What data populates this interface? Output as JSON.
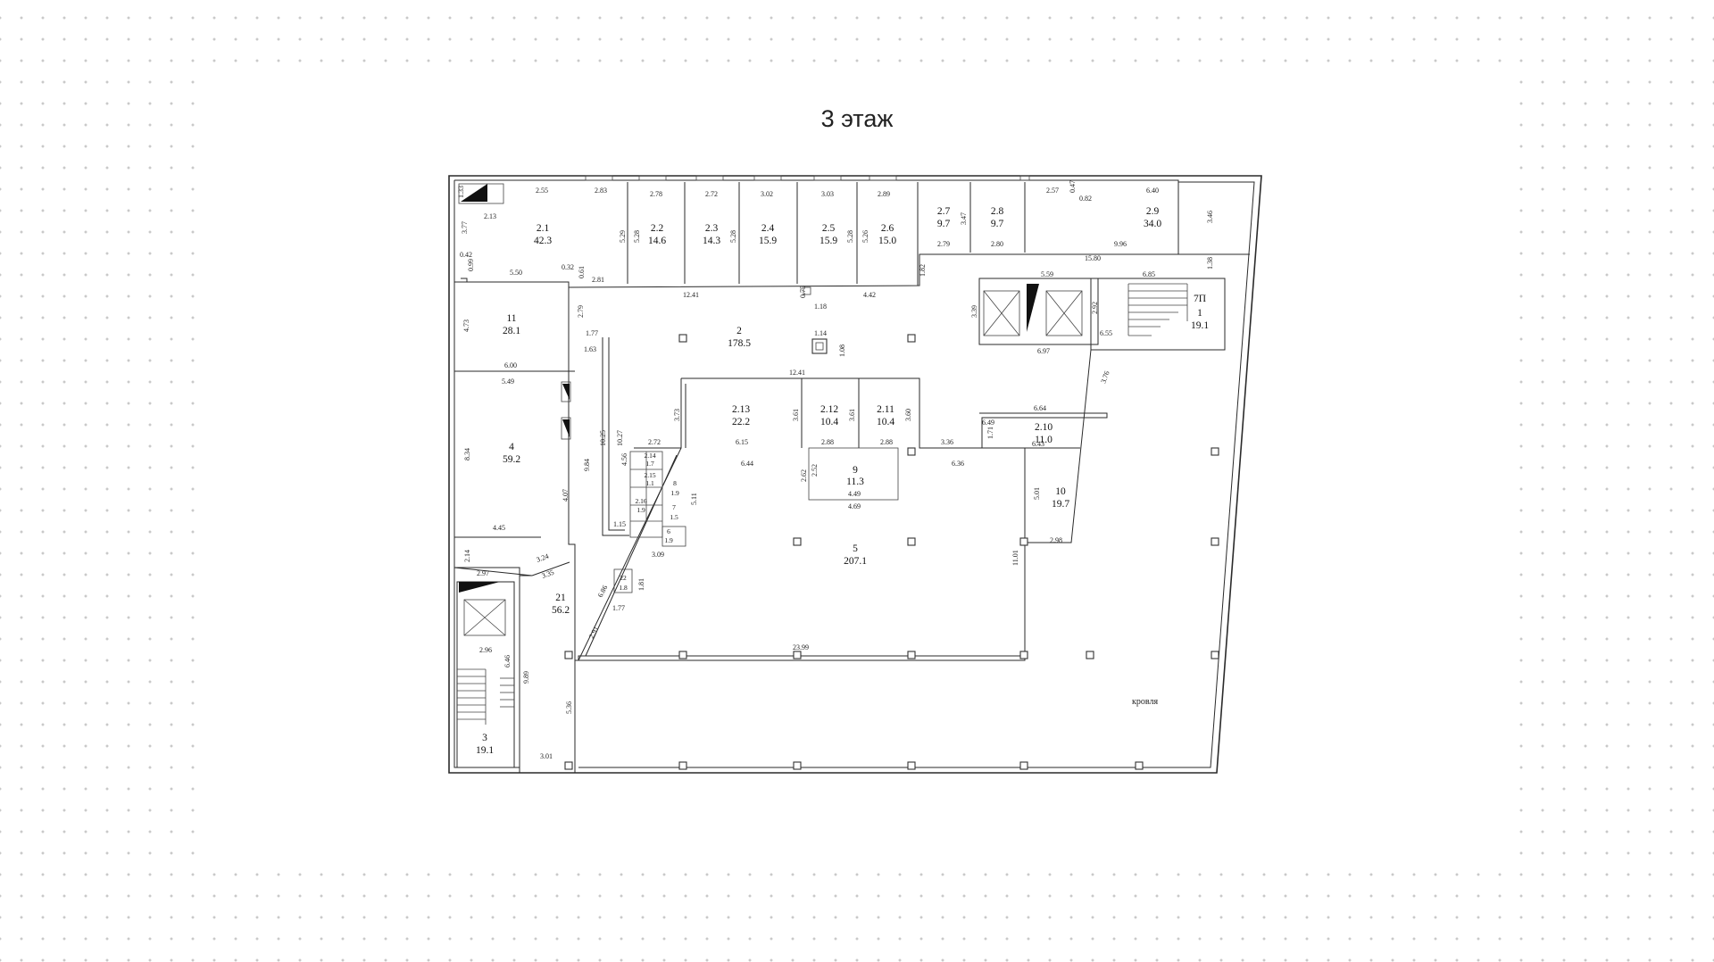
{
  "title": "3 этаж",
  "roof_label": "кровля",
  "rooms": [
    {
      "id": "2.1",
      "area": "42.3"
    },
    {
      "id": "2.2",
      "area": "14.6"
    },
    {
      "id": "2.3",
      "area": "14.3"
    },
    {
      "id": "2.4",
      "area": "15.9"
    },
    {
      "id": "2.5",
      "area": "15.9"
    },
    {
      "id": "2.6",
      "area": "15.0"
    },
    {
      "id": "2.7",
      "area": "9.7"
    },
    {
      "id": "2.8",
      "area": "9.7"
    },
    {
      "id": "2.9",
      "area": "34.0"
    },
    {
      "id": "1",
      "area": "19.1"
    },
    {
      "id": "11",
      "area": "28.1"
    },
    {
      "id": "2",
      "area": "178.5"
    },
    {
      "id": "2.13",
      "area": "22.2"
    },
    {
      "id": "2.12",
      "area": "10.4"
    },
    {
      "id": "2.11",
      "area": "10.4"
    },
    {
      "id": "2.10",
      "area": "11.0"
    },
    {
      "id": "4",
      "area": "59.2"
    },
    {
      "id": "9",
      "area": "11.3"
    },
    {
      "id": "10",
      "area": "19.7"
    },
    {
      "id": "5",
      "area": "207.1"
    },
    {
      "id": "21",
      "area": "56.2"
    },
    {
      "id": "3",
      "area": "19.1"
    },
    {
      "id": "8",
      "area": "1.9"
    },
    {
      "id": "6",
      "area": "1.9"
    },
    {
      "id": "22",
      "area": "1.8"
    },
    {
      "id": "2.14",
      "area": "1.7"
    },
    {
      "id": "2.15",
      "area": "1.1"
    },
    {
      "id": "7",
      "area": "1.5"
    },
    {
      "id": "2.16",
      "area": "1.9"
    }
  ],
  "stair_mark": "7П",
  "dimensions": [
    "1.33",
    "2.55",
    "2.83",
    "2.78",
    "2.72",
    "3.02",
    "3.03",
    "2.89",
    "2.57",
    "0.47",
    "0.82",
    "6.40",
    "3.77",
    "2.13",
    "5.29",
    "5.28",
    "5.28",
    "5.28",
    "5.26",
    "3.47",
    "3.46",
    "2.79",
    "2.80",
    "9.96",
    "0.42",
    "0.99",
    "5.50",
    "0.32",
    "0.61",
    "2.81",
    "12.41",
    "0.75",
    "1.18",
    "4.42",
    "1.82",
    "15.80",
    "1.38",
    "5.59",
    "6.85",
    "3.39",
    "2.92",
    "6.55",
    "4.73",
    "2.79",
    "1.77",
    "1.63",
    "1.14",
    "1.08",
    "6.00",
    "6.97",
    "3.76",
    "12.41",
    "5.49",
    "3.73",
    "3.61",
    "3.61",
    "3.60",
    "6.64",
    "6.49",
    "6.43",
    "1.71",
    "8.34",
    "10.25",
    "10.27",
    "9.84",
    "4.56",
    "2.72",
    "6.15",
    "2.88",
    "2.88",
    "3.36",
    "6.44",
    "6.36",
    "2.62",
    "2.52",
    "4.49",
    "4.69",
    "5.01",
    "5.11",
    "4.07",
    "1.15",
    "4.45",
    "3.09",
    "11.01",
    "2.98",
    "2.14",
    "3.24",
    "2.97",
    "3.35",
    "6.86",
    "1.81",
    "1.77",
    "2.91",
    "23.99",
    "2.96",
    "6.46",
    "9.89",
    "5.36",
    "3.01"
  ]
}
